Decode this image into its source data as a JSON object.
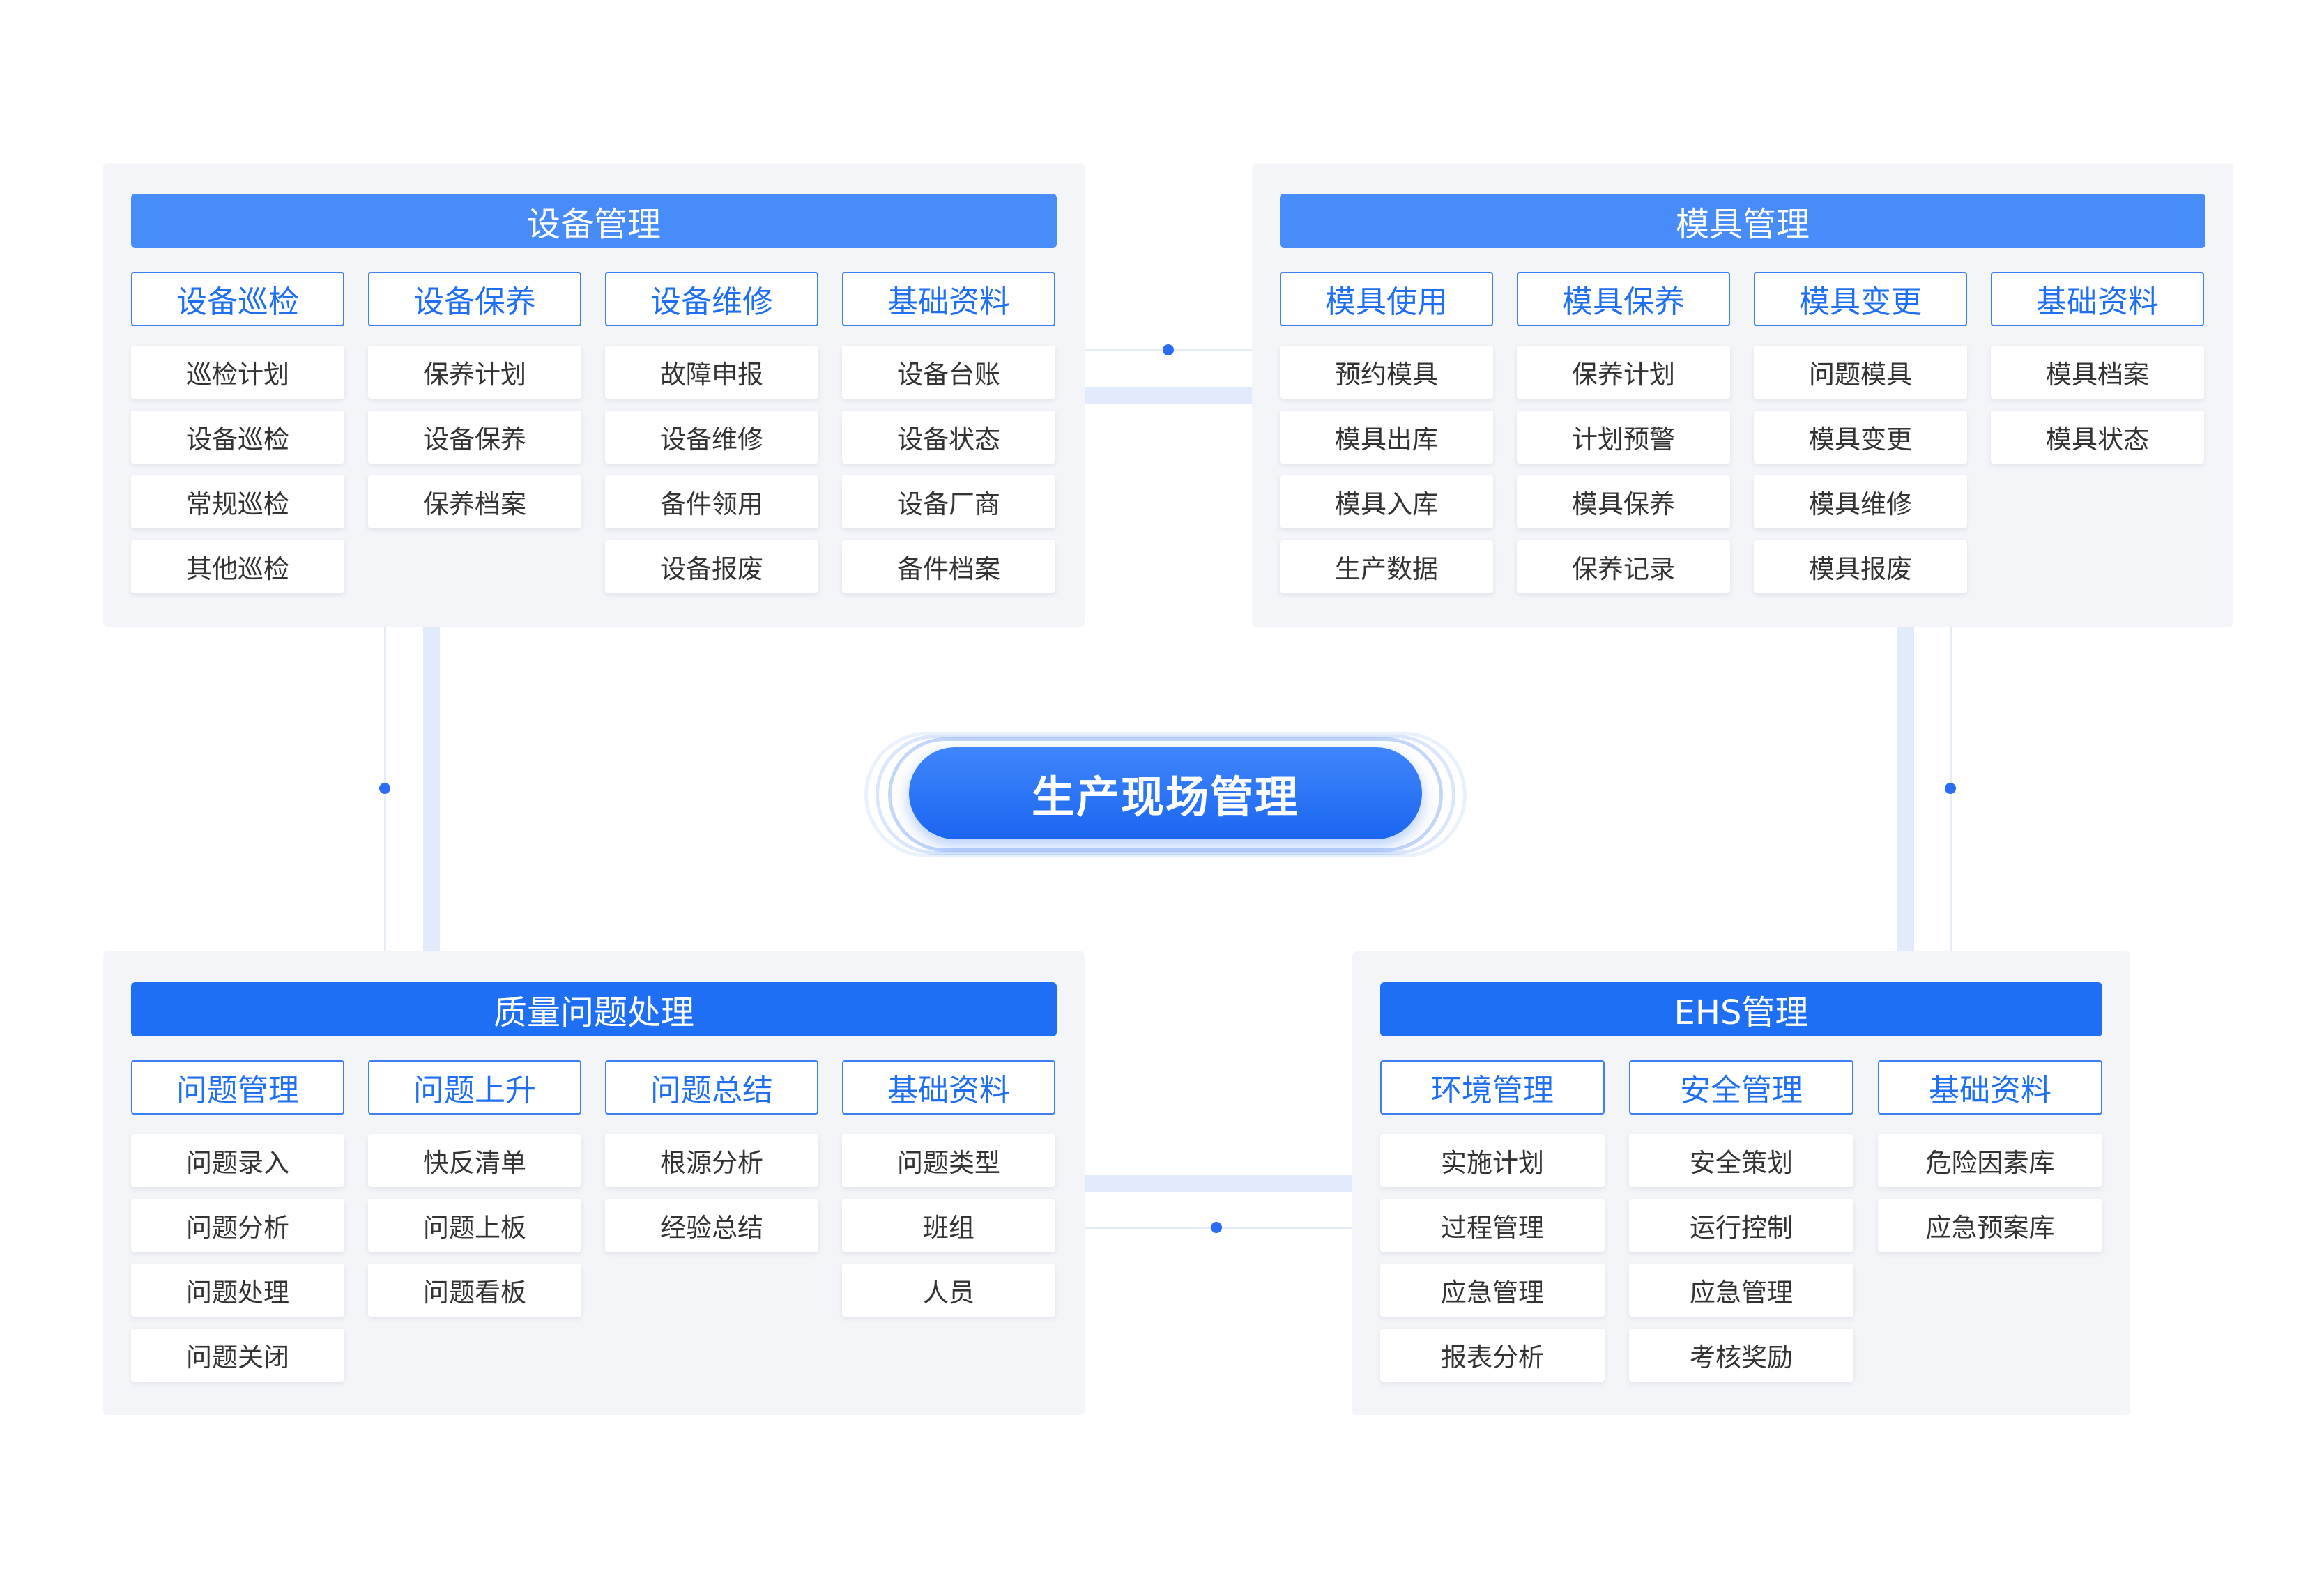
{
  "center": {
    "label": "生产现场管理"
  },
  "colors": {
    "title_light": "#478cf9",
    "title_strong": "#1e6ff4",
    "accent": "#2a6df4",
    "panel_bg": "#f4f5f8"
  },
  "panels": [
    {
      "id": "equipment",
      "title": "设备管理",
      "columns": [
        {
          "header": "设备巡检",
          "items": [
            "巡检计划",
            "设备巡检",
            "常规巡检",
            "其他巡检"
          ]
        },
        {
          "header": "设备保养",
          "items": [
            "保养计划",
            "设备保养",
            "保养档案"
          ]
        },
        {
          "header": "设备维修",
          "items": [
            "故障申报",
            "设备维修",
            "备件领用",
            "设备报废"
          ]
        },
        {
          "header": "基础资料",
          "items": [
            "设备台账",
            "设备状态",
            "设备厂商",
            "备件档案"
          ]
        }
      ]
    },
    {
      "id": "mold",
      "title": "模具管理",
      "columns": [
        {
          "header": "模具使用",
          "items": [
            "预约模具",
            "模具出库",
            "模具入库",
            "生产数据"
          ]
        },
        {
          "header": "模具保养",
          "items": [
            "保养计划",
            "计划预警",
            "模具保养",
            "保养记录"
          ]
        },
        {
          "header": "模具变更",
          "items": [
            "问题模具",
            "模具变更",
            "模具维修",
            "模具报废"
          ]
        },
        {
          "header": "基础资料",
          "items": [
            "模具档案",
            "模具状态"
          ]
        }
      ]
    },
    {
      "id": "quality",
      "title": "质量问题处理",
      "columns": [
        {
          "header": "问题管理",
          "items": [
            "问题录入",
            "问题分析",
            "问题处理",
            "问题关闭"
          ]
        },
        {
          "header": "问题上升",
          "items": [
            "快反清单",
            "问题上板",
            "问题看板"
          ]
        },
        {
          "header": "问题总结",
          "items": [
            "根源分析",
            "经验总结"
          ]
        },
        {
          "header": "基础资料",
          "items": [
            "问题类型",
            "班组",
            "人员"
          ]
        }
      ]
    },
    {
      "id": "ehs",
      "title": "EHS管理",
      "columns": [
        {
          "header": "环境管理",
          "items": [
            "实施计划",
            "过程管理",
            "应急管理",
            "报表分析"
          ]
        },
        {
          "header": "安全管理",
          "items": [
            "安全策划",
            "运行控制",
            "应急管理",
            "考核奖励"
          ]
        },
        {
          "header": "基础资料",
          "items": [
            "危险因素库",
            "应急预案库"
          ]
        }
      ]
    }
  ]
}
